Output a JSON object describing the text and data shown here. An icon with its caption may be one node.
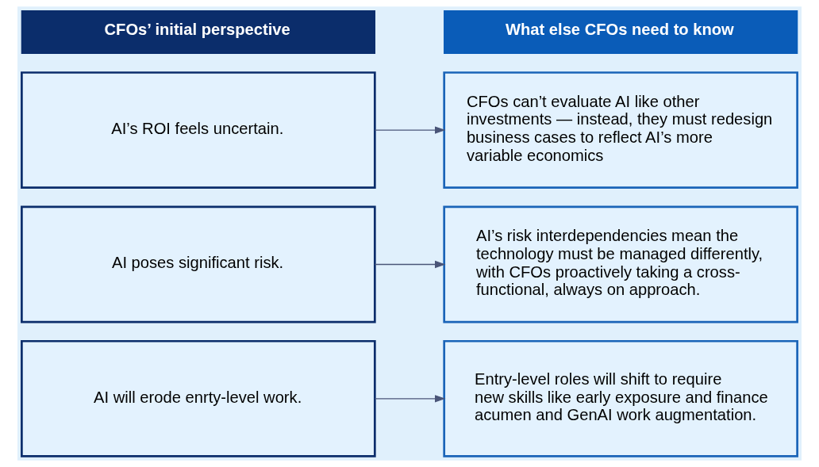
{
  "diagram": {
    "nodes": [
      {
        "text": [
          "CFOs’ initial perspective"
        ]
      },
      {
        "text": [
          "What else CFOs need to know"
        ]
      },
      {
        "text": [
          "AI’s ROI feels uncertain."
        ]
      },
      {
        "text": [
          "CFOs can’t evaluate AI like other investments — instead, they must redesign business cases to reflect AI’s more variable economics"
        ]
      },
      {
        "text": [
          "AI poses significant risk."
        ]
      },
      {
        "text": [
          "AI’s risk interdependencies mean the technology must be managed differently, with CFOs proactively taking a cross-functional, always on approach."
        ]
      },
      {
        "text": [
          "AI will erode enrty-level work."
        ]
      },
      {
        "text": [
          "Entry-level roles will shift to require new skills like early exposure and finance acumen and GenAI work augmentation."
        ]
      }
    ],
    "edges": [
      {
        "from": 2,
        "to": 3,
        "arrow": "to"
      },
      {
        "from": 4,
        "to": 5,
        "arrow": "to"
      },
      {
        "from": 6,
        "to": 7,
        "arrow": "to"
      }
    ]
  }
}
